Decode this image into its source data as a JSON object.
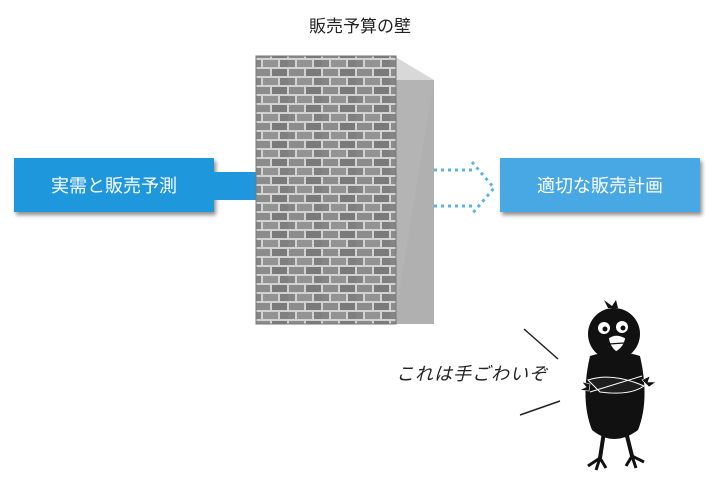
{
  "title": "販売予算の壁",
  "left_box": {
    "label": "実需と販売予測"
  },
  "right_box": {
    "label": "適切な販売計画"
  },
  "speech": "これは手ごわいぞ",
  "colors": {
    "left_box": "#1f97dd",
    "right_box": "#48a8e4",
    "arrow": "#1f97dd",
    "dotted_arrow": "#5bb3e8",
    "wall_side": "#b4b4b4",
    "brick": "#8c8c8c",
    "mortar": "#d2d2d2"
  },
  "icons": [
    "brick-wall",
    "crow-character"
  ]
}
